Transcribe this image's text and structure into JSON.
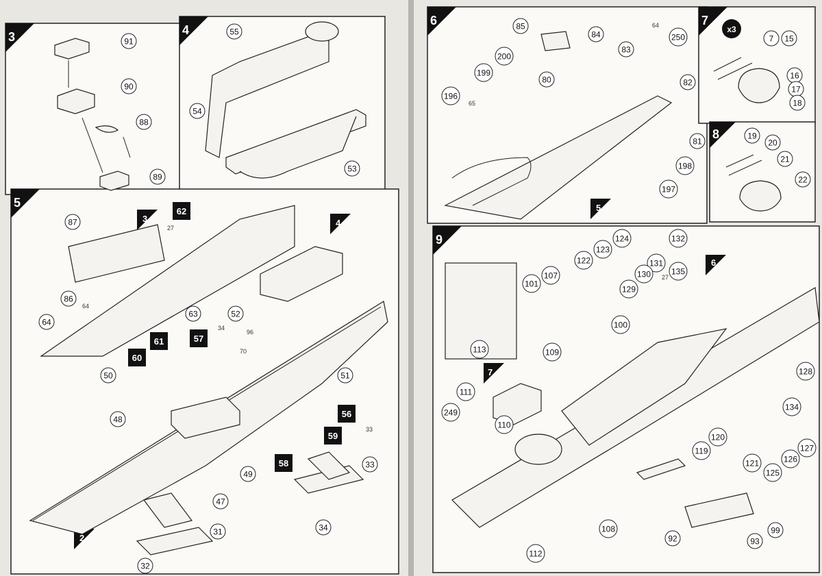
{
  "steps": [
    {
      "number": "3"
    },
    {
      "number": "4"
    },
    {
      "number": "5"
    },
    {
      "number": "6"
    },
    {
      "number": "7"
    },
    {
      "number": "8"
    },
    {
      "number": "9"
    }
  ],
  "sub_refs": [
    "3",
    "4",
    "2",
    "5",
    "6",
    "7"
  ],
  "multiplier": "x3",
  "callouts": [
    "91",
    "90",
    "88",
    "89",
    "55",
    "54",
    "53",
    "87",
    "86",
    "62",
    "63",
    "52",
    "61",
    "57",
    "60",
    "50",
    "48",
    "47",
    "49",
    "51",
    "56",
    "59",
    "58",
    "33",
    "34",
    "31",
    "32",
    "64",
    "85",
    "84",
    "83",
    "250",
    "200",
    "199",
    "80",
    "196",
    "82",
    "81",
    "198",
    "197",
    "7",
    "15",
    "16",
    "17",
    "18",
    "19",
    "20",
    "21",
    "22",
    "101",
    "107",
    "122",
    "123",
    "124",
    "132",
    "131",
    "130",
    "135",
    "129",
    "100",
    "113",
    "109",
    "111",
    "110",
    "249",
    "119",
    "120",
    "121",
    "108",
    "92",
    "93",
    "99",
    "112",
    "125",
    "126",
    "127",
    "128",
    "134"
  ],
  "paint_codes": [
    "64",
    "27",
    "96",
    "70",
    "34",
    "33",
    "65",
    "64",
    "27"
  ]
}
